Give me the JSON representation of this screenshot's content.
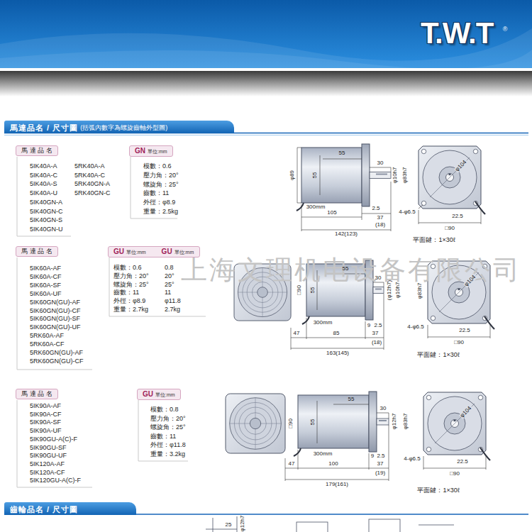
{
  "diagram": {
    "nodes": [
      {
        "text": [
          "馬達品名 / 尺寸圖",
          "(括弧內數字為螺旋齒軸外型圖)"
        ]
      },
      {
        "text": [
          "馬 達 品 名"
        ]
      },
      {
        "text": [
          "GN",
          "單位:mm"
        ]
      },
      {
        "text": [
          "馬 達 品 名"
        ]
      },
      {
        "text": [
          "GU",
          "單位:mm",
          "GU",
          "單位:mm"
        ]
      },
      {
        "text": [
          "馬 達 品 名"
        ]
      },
      {
        "text": [
          "GU",
          "單位:mm"
        ]
      },
      {
        "text": [
          "齒輪品名 / 尺寸圖"
        ]
      }
    ],
    "labels": [
      "上海文理机电设备有限公司",
      "T.W.T",
      "®",
      "5IK40A-A",
      "5IK40A-C",
      "5IK40A-S",
      "5IK40A-U",
      "5IK40GN-A",
      "5IK40GN-C",
      "5IK40GN-S",
      "5IK40GN-U",
      "5RK40A-A",
      "5RK40A-C",
      "5RK40GN-A",
      "5RK40GN-C",
      "模數：0.6",
      "壓力角：20°",
      "螺旋角：25°",
      "齒數：11",
      "外徑：φ8.9",
      "重量：2.5kg",
      "φ89",
      "55",
      "55",
      "30",
      "φ10h7",
      "φ83h7",
      "300mm",
      "2.5",
      "105",
      "37",
      "(18)",
      "142(123)",
      "φ104",
      "4-φ6.5",
      "22.5",
      "□90",
      "平面鍵：1×30ℓ",
      "5IK60A-AF",
      "5IK60A-CF",
      "5IK60A-SF",
      "5IK60A-UF",
      "5IK60GN(GU)-AF",
      "5IK60GN(GU)-CF",
      "5IK60GN(GU)-SF",
      "5IK60GN(GU)-UF",
      "5RK60A-AF",
      "5RK60A-CF",
      "5RK60GN(GU)-AF",
      "5RK60GN(GU)-CF",
      "模數：0.6",
      "壓力角：20°",
      "螺旋角：25°",
      "齒數：11",
      "外徑：φ8.9",
      "重量：2.7kg",
      "0.8",
      "20°",
      "25°",
      "11",
      "φ11.8",
      "2.7kg",
      "□90",
      "55",
      "55",
      "30",
      "(φ12h7)",
      "φ10h7",
      "φ83h7",
      "300mm",
      "9",
      "2.5",
      "47",
      "85",
      "37",
      "(18)",
      "163(145)",
      "φ104",
      "4-φ6.5",
      "22.5",
      "□90",
      "平面鍵：1×30ℓ",
      "5IK90A-AF",
      "5IK90A-CF",
      "5IK90A-SF",
      "5IK90A-UF",
      "5IK90GU-A(C)-F",
      "5IK90GU-SF",
      "5IK90GU-UF",
      "5IK120A-AF",
      "5IK120A-CF",
      "5IK120GU-A(C)-F",
      "模數：0.8",
      "壓力角：20°",
      "螺旋角：25°",
      "齒數：11",
      "外徑：φ11.8",
      "重量：3.2kg",
      "□90",
      "55",
      "55",
      "30",
      "φ12h7",
      "φ83h7",
      "φ104",
      "300mm",
      "9",
      "2.5",
      "47",
      "100",
      "37",
      "(19)",
      "179(161)",
      "4-φ6.5",
      "22.5",
      "□90",
      "平面鍵：1×30ℓ",
      "25",
      "φ12h7"
    ]
  }
}
